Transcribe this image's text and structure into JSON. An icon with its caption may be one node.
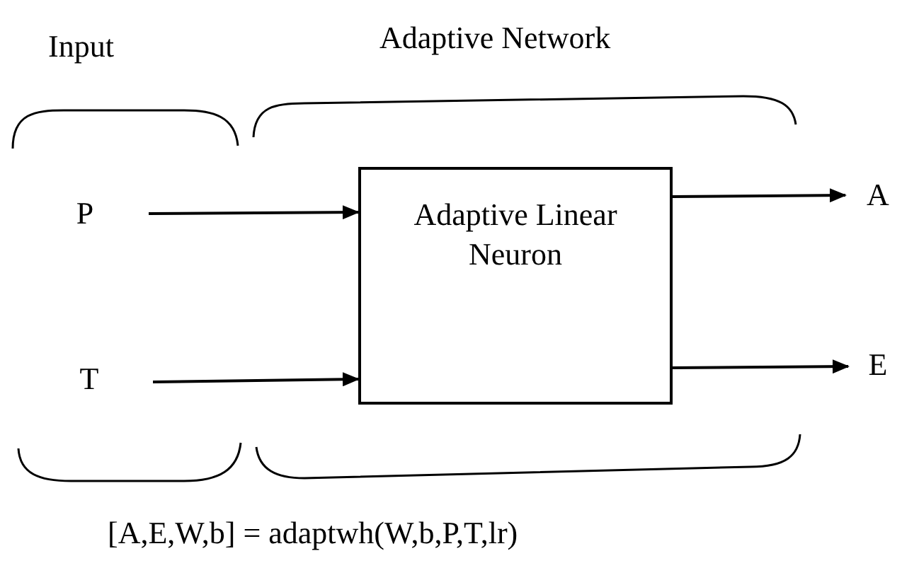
{
  "diagram": {
    "nodes": [
      {
        "text": [
          "P"
        ]
      },
      {
        "text": [
          "T"
        ]
      },
      {
        "text": [
          "Adaptive Linear Neuron"
        ]
      },
      {
        "text": [
          "A"
        ]
      },
      {
        "text": [
          "E"
        ]
      }
    ],
    "edges": [
      {
        "from": 0,
        "to": 2,
        "arrow": "to"
      },
      {
        "from": 1,
        "to": 2,
        "arrow": "to"
      },
      {
        "from": 2,
        "to": 3,
        "arrow": "to"
      },
      {
        "from": 2,
        "to": 4,
        "arrow": "to"
      }
    ],
    "labels": [
      "Input",
      "Adaptive Network",
      "[A,E,W,b] = adaptwh(W,b,P,T,lr)"
    ]
  }
}
